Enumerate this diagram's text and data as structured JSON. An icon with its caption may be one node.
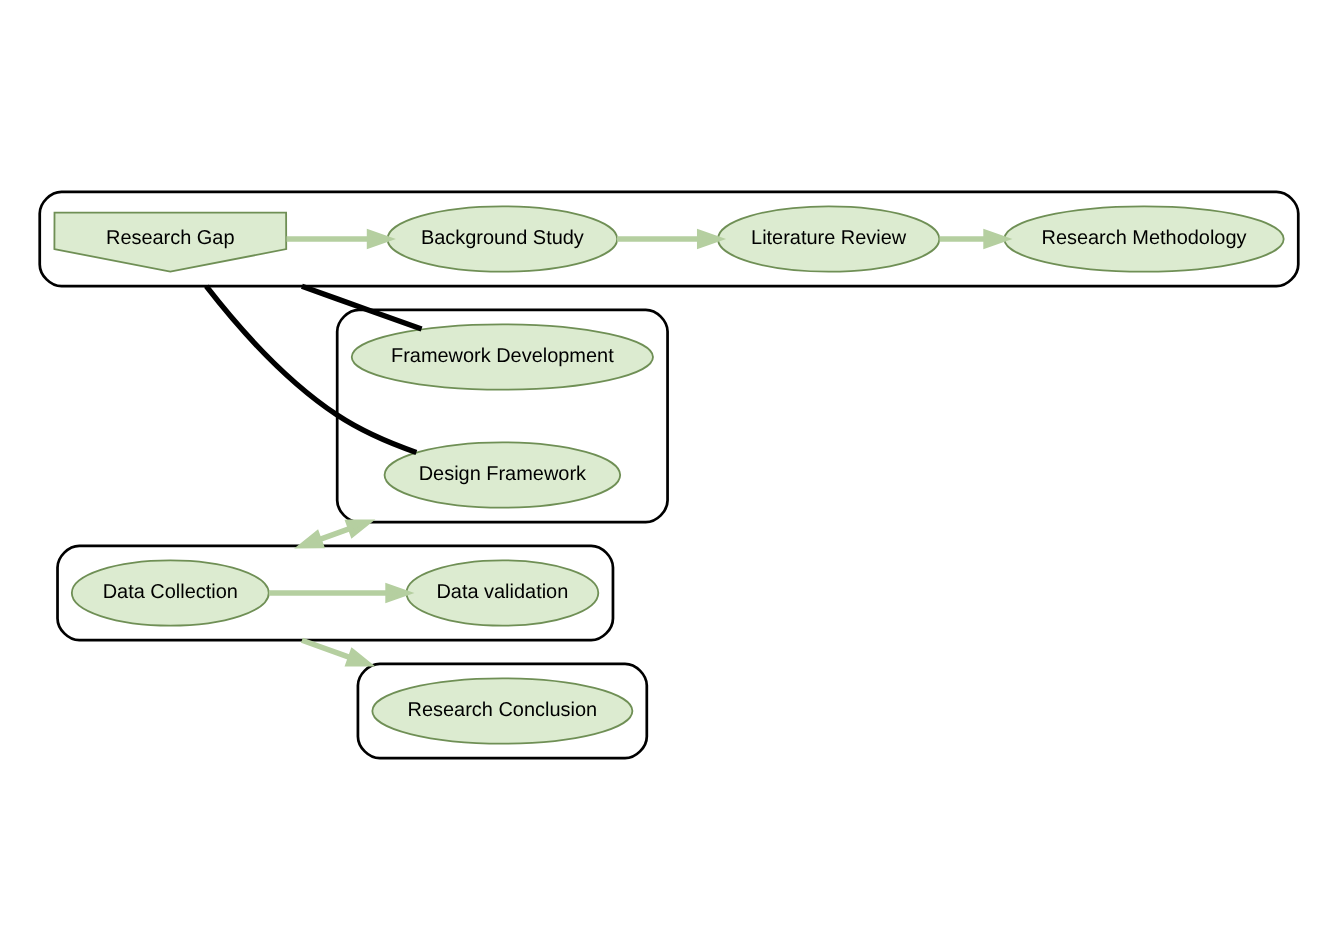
{
  "diagram": {
    "nodes": [
      {
        "text": [],
        "shape": "box"
      },
      {
        "text": [
          "Research Gap"
        ],
        "in": 0
      },
      {
        "text": [
          "Background Study"
        ],
        "in": 0
      },
      {
        "text": [
          "Literature Review"
        ],
        "in": 0
      },
      {
        "text": [
          "Research Methodology"
        ],
        "in": 0
      },
      {
        "text": [],
        "shape": "box"
      },
      {
        "text": [
          "Design Framework"
        ],
        "in": 5
      },
      {
        "text": [
          "Framework Development"
        ],
        "in": 5
      },
      {
        "text": [],
        "shape": "box"
      },
      {
        "text": [
          "Data Collection"
        ],
        "in": 8
      },
      {
        "text": [
          "Data validation"
        ],
        "in": 8
      },
      {
        "text": [],
        "shape": "box"
      },
      {
        "text": [
          "Research Conclusion"
        ],
        "in": 11
      }
    ],
    "edges": [
      {
        "from": 1,
        "to": 2,
        "arrow": "to"
      },
      {
        "from": 2,
        "to": 3,
        "arrow": "to"
      },
      {
        "from": 3,
        "to": 4,
        "arrow": "to"
      },
      {
        "from": 0,
        "to": 6,
        "arrow": "none",
        "color": "#000000"
      },
      {
        "from": 0,
        "to": 7,
        "arrow": "none",
        "color": "#000000"
      },
      {
        "from": 8,
        "to": 5,
        "arrow": "both"
      },
      {
        "from": 9,
        "to": 10,
        "arrow": "to"
      },
      {
        "from": 8,
        "to": 11,
        "arrow": "to"
      }
    ]
  }
}
